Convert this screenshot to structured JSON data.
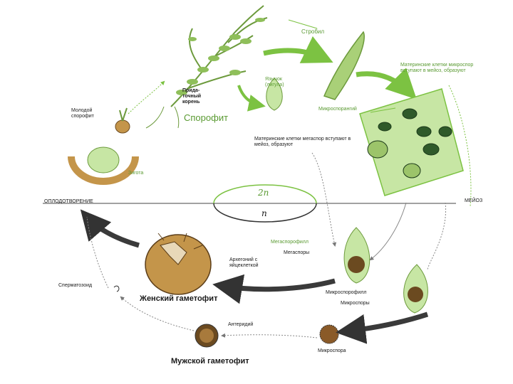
{
  "labels": {
    "strobile": "Стробил",
    "mother_microspore": "Материнские клетки микроспор вступают в мейоз, образуют",
    "ligule": "Язычок (лигула)",
    "adventitious_root": "Прида-точный корень",
    "young_sporophyte": "Молодой спорофит",
    "sporophyte": "Спорофит",
    "microsporangium": "Микроспорангий",
    "mother_megaspore": "Материнские клетки мегаспор вступают в мейоз, образуют",
    "zygote": "Зигота",
    "fertilization": "ОПЛОДОТВОРЕНИЕ",
    "meiosis": "МЕЙОЗ",
    "diploid": "2n",
    "haploid": "n",
    "megasporophyll": "Мегаспорофилл",
    "megaspores": "Мегаспоры",
    "archegonium": "Архегоний с яйцеклеткой",
    "spermatozoid": "Сперматозоид",
    "female_gametophyte": "Женский гаметофит",
    "microsporophyll": "Микроспорофилл",
    "microspores": "Микроспоры",
    "antheridium": "Антеридий",
    "microspore": "Микроспора",
    "male_gametophyte": "Мужской гаметофит"
  },
  "colors": {
    "green_arrow": "#7cc242",
    "plant": "#8fbf5a",
    "tissue": "#c7e6a4",
    "dark_arrow": "#3a3a3a",
    "gametophyte": "#c4954a"
  }
}
